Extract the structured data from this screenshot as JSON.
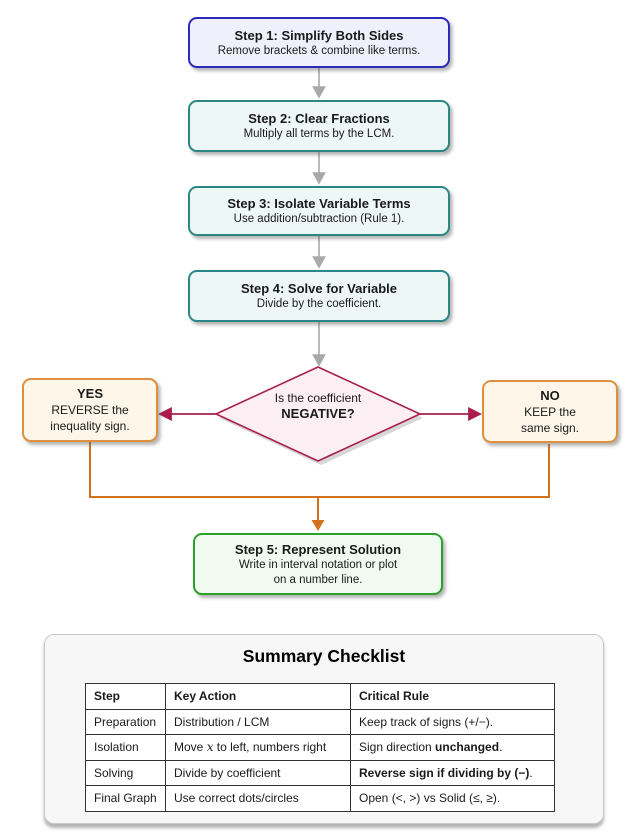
{
  "flowchart": {
    "step1": {
      "title": "Step 1: Simplify Both Sides",
      "subtitle": "Remove brackets & combine like terms."
    },
    "step2": {
      "title": "Step 2: Clear Fractions",
      "subtitle": "Multiply all terms by the LCM."
    },
    "step3": {
      "title": "Step 3: Isolate Variable Terms",
      "subtitle": "Use addition/subtraction (Rule 1)."
    },
    "step4": {
      "title": "Step 4: Solve for Variable",
      "subtitle": "Divide by the coefficient."
    },
    "decision": {
      "line1": "Is the coefficient",
      "line2": "NEGATIVE?"
    },
    "yes_branch": {
      "label": "YES",
      "line1": "REVERSE the",
      "line2": "inequality sign."
    },
    "no_branch": {
      "label": "NO",
      "line1": "KEEP the",
      "line2": "same sign."
    },
    "step5": {
      "title": "Step 5: Represent Solution",
      "subtitle_line1": "Write in interval notation or plot",
      "subtitle_line2": "on a number line."
    }
  },
  "summary": {
    "title": "Summary Checklist",
    "table": {
      "headers": [
        "Step",
        "Key Action",
        "Critical Rule"
      ],
      "rows": [
        {
          "step": "Preparation",
          "action": [
            {
              "t": "Distribution / LCM"
            }
          ],
          "rule": [
            {
              "t": "Keep track of signs (+/−)."
            }
          ]
        },
        {
          "step": "Isolation",
          "action": [
            {
              "t": "Move "
            },
            {
              "t": "x",
              "i": true
            },
            {
              "t": " to left, numbers right"
            }
          ],
          "rule": [
            {
              "t": "Sign direction "
            },
            {
              "t": "unchanged",
              "b": true
            },
            {
              "t": "."
            }
          ]
        },
        {
          "step": "Solving",
          "action": [
            {
              "t": "Divide by coefficient"
            }
          ],
          "rule": [
            {
              "t": "Reverse sign if dividing by (−)",
              "b": true
            },
            {
              "t": "."
            }
          ]
        },
        {
          "step": "Final Graph",
          "action": [
            {
              "t": "Use correct dots/circles"
            }
          ],
          "rule": [
            {
              "t": "Open (<, >) vs Solid (≤, ≥)."
            }
          ]
        }
      ]
    }
  },
  "colors": {
    "step1_border": "#2a2ab8",
    "teal_border": "#2c8686",
    "decision_border": "#a81e4d",
    "decision_fill": "#fbeff4",
    "branch_border": "#dd9140",
    "connector_orange": "#d2711e",
    "step5_border": "#28a228",
    "arrow_gray": "#a9a9a9"
  }
}
